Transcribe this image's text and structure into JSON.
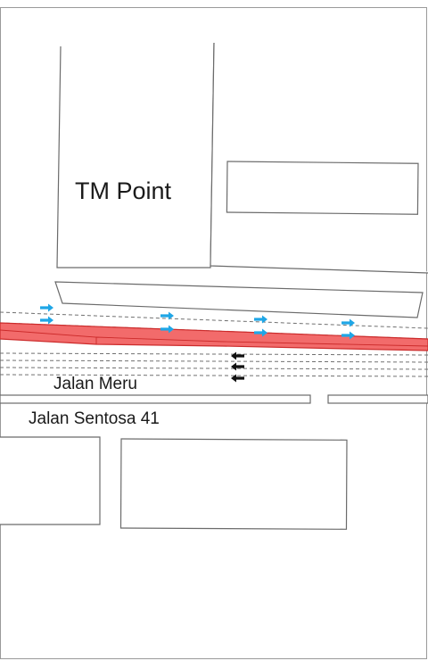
{
  "labels": {
    "building": "TM Point",
    "road_upper": "Jalan Meru",
    "road_lower": "Jalan Sentosa 41"
  },
  "colors": {
    "highlight_fill": "#f26b6b",
    "highlight_edge": "#cc2b2b",
    "eastbound_arrow": "#1fa6e6",
    "westbound_arrow": "#111111",
    "outline": "#6b6b6b"
  },
  "legend_icons": {
    "eastbound": "arrow-right-icon",
    "westbound": "arrow-left-icon"
  }
}
